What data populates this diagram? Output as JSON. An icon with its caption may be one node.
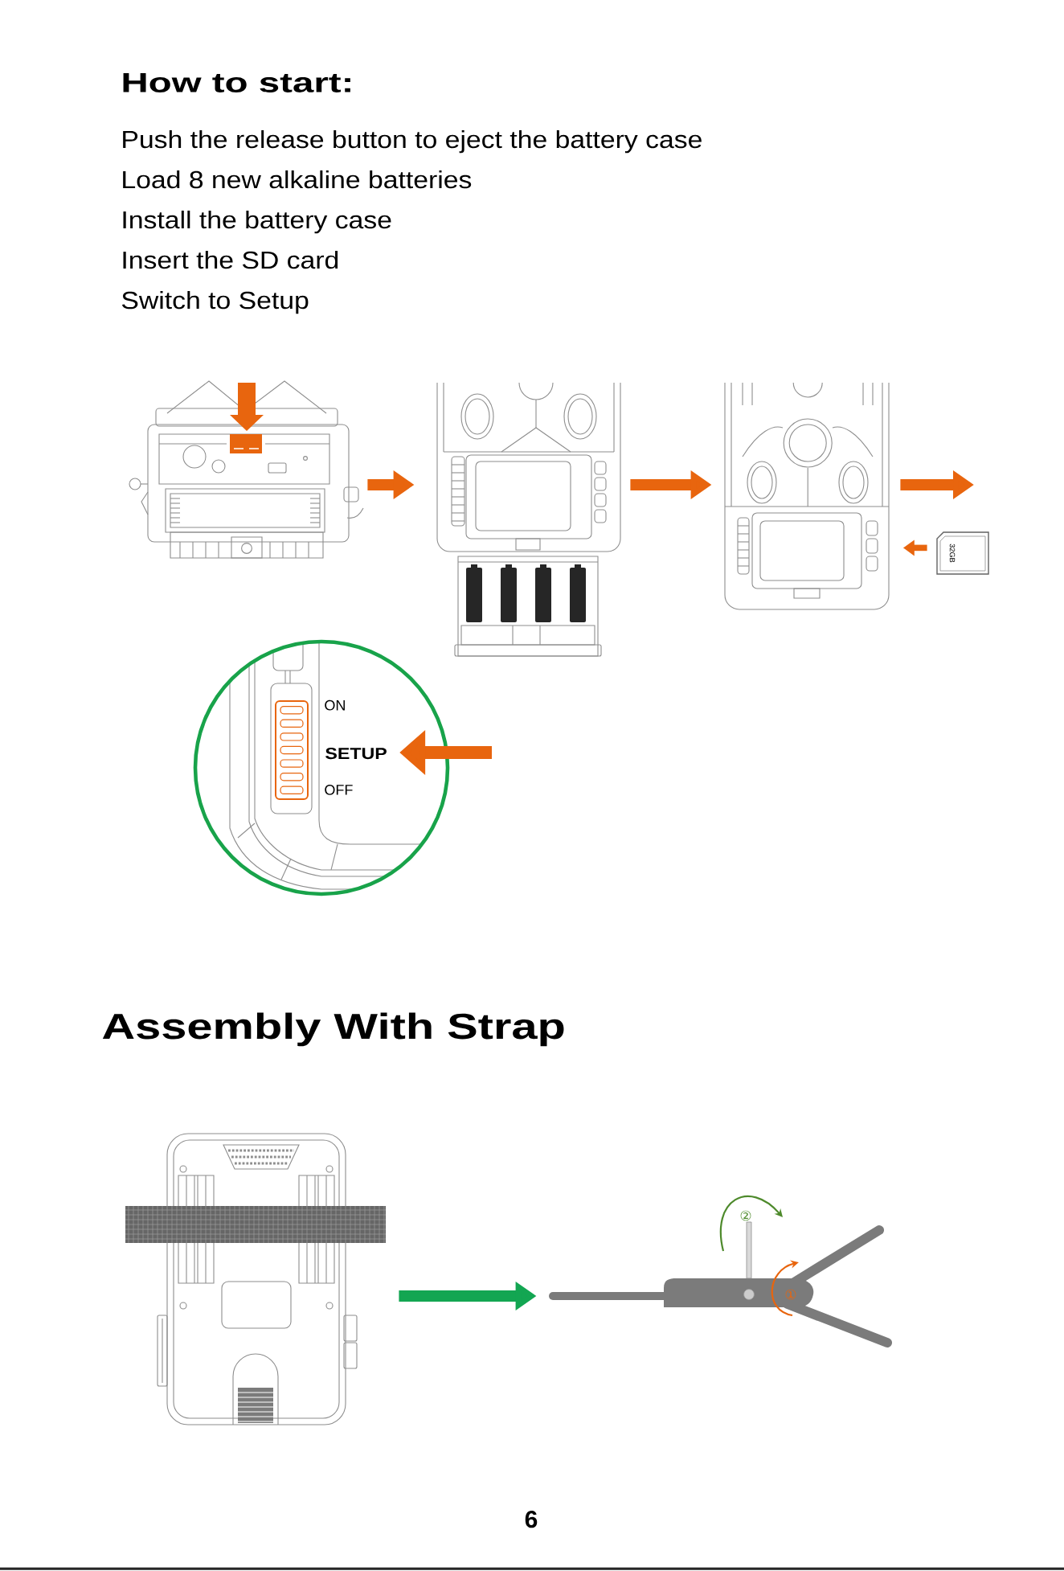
{
  "diagram": {
    "title": "How to start:",
    "nodes": [
      {
        "text": [],
        "shape": "picture"
      },
      {
        "text": [],
        "shape": "picture"
      },
      {
        "text": [],
        "shape": "picture"
      },
      {
        "text": [
          "32GB"
        ]
      },
      {
        "text": [
          "ON",
          "OFF"
        ]
      },
      {
        "text": [
          "SETUP"
        ],
        "in": 4
      },
      {
        "text": [],
        "shape": "picture"
      },
      {
        "text": [],
        "shape": "picture"
      }
    ],
    "edges": [
      {
        "from": 0,
        "to": 1,
        "arrow": "to"
      },
      {
        "from": 1,
        "to": 2,
        "arrow": "to"
      },
      {
        "from": 2,
        "to": null,
        "arrow": "to"
      },
      {
        "from": 3,
        "to": 2,
        "arrow": "to"
      },
      {
        "from": null,
        "to": 5,
        "arrow": "to"
      },
      {
        "from": 6,
        "to": 7,
        "arrow": "to",
        "color": "#13a652"
      }
    ],
    "labels": [
      "Push the release button to eject the battery case",
      "Load 8 new alkaline batteries",
      "Install the battery case",
      "Insert the SD card",
      "Switch to Setup",
      "Assembly With Strap",
      "②",
      "①",
      "6"
    ]
  }
}
